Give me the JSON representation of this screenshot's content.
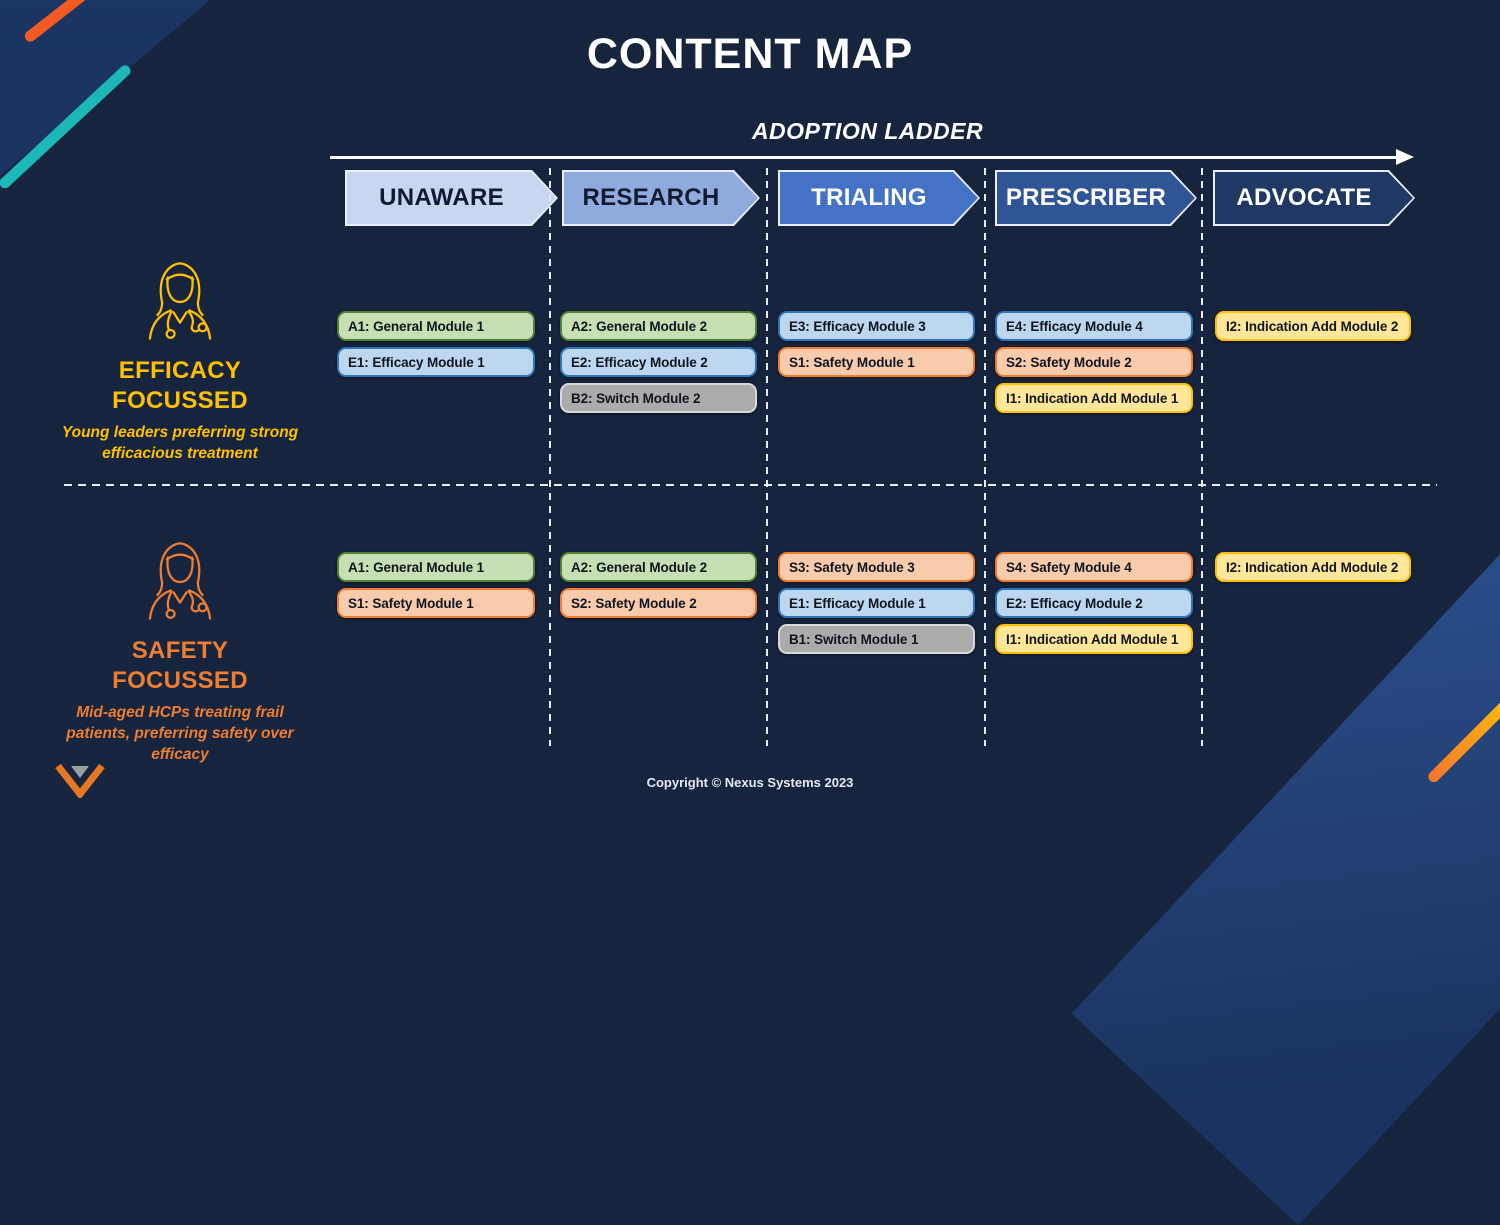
{
  "slide": {
    "title": "CONTENT MAP",
    "ladder_label": "ADOPTION LADDER",
    "footer": "Copyright © Nexus Systems 2023"
  },
  "colors": {
    "background": "#16243E",
    "stripe_orange": "#F15A22",
    "stripe_teal": "#1CB8B8",
    "divider": "#E8EDF5",
    "arrow": "#FFFFFF"
  },
  "stages": [
    {
      "label": "UNAWARE",
      "fill": "#C9D6F0",
      "text_color": "#111A2E"
    },
    {
      "label": "RESEARCH",
      "fill": "#8FAADC",
      "text_color": "#111A2E"
    },
    {
      "label": "TRIALING",
      "fill": "#4472C4",
      "text_color": "#FFFFFF"
    },
    {
      "label": "PRESCRIBER",
      "fill": "#2F5597",
      "text_color": "#FFFFFF"
    },
    {
      "label": "ADVOCATE",
      "fill": "#1F3864",
      "text_color": "#FFFFFF"
    }
  ],
  "module_colors": {
    "general": {
      "fill": "#C6E0B4",
      "border": "#538135"
    },
    "efficacy": {
      "fill": "#BDD7EE",
      "border": "#2E75B6"
    },
    "safety": {
      "fill": "#F8CBAD",
      "border": "#ED7D31"
    },
    "indication": {
      "fill": "#FFE699",
      "border": "#FFC000"
    },
    "switch": {
      "fill": "#ABABAB",
      "border": "#D9D9D9"
    }
  },
  "personas": [
    {
      "id": "efficacy",
      "title": "EFFICACY FOCUSSED",
      "subtitle": "Young leaders preferring strong efficacious treatment",
      "color": "#FFC000"
    },
    {
      "id": "safety",
      "title": "SAFETY FOCUSSED",
      "subtitle": "Mid-aged HCPs treating frail patients, preferring safety over efficacy",
      "color": "#ED7D31"
    }
  ],
  "matrix": {
    "efficacy": [
      {
        "stage": "UNAWARE",
        "modules": [
          {
            "label": "A1: General Module 1",
            "type": "general"
          },
          {
            "label": "E1: Efficacy Module 1",
            "type": "efficacy"
          }
        ]
      },
      {
        "stage": "RESEARCH",
        "modules": [
          {
            "label": "A2: General Module 2",
            "type": "general"
          },
          {
            "label": "E2: Efficacy Module 2",
            "type": "efficacy"
          },
          {
            "label": "B2: Switch Module 2",
            "type": "switch"
          }
        ]
      },
      {
        "stage": "TRIALING",
        "modules": [
          {
            "label": "E3: Efficacy Module 3",
            "type": "efficacy"
          },
          {
            "label": "S1: Safety Module 1",
            "type": "safety"
          }
        ]
      },
      {
        "stage": "PRESCRIBER",
        "modules": [
          {
            "label": "E4: Efficacy Module 4",
            "type": "efficacy"
          },
          {
            "label": "S2: Safety Module 2",
            "type": "safety"
          },
          {
            "label": "I1: Indication Add Module 1",
            "type": "indication"
          }
        ]
      },
      {
        "stage": "ADVOCATE",
        "modules": [
          {
            "label": "I2: Indication Add Module 2",
            "type": "indication"
          }
        ]
      }
    ],
    "safety": [
      {
        "stage": "UNAWARE",
        "modules": [
          {
            "label": "A1: General Module 1",
            "type": "general"
          },
          {
            "label": "S1: Safety Module 1",
            "type": "safety"
          }
        ]
      },
      {
        "stage": "RESEARCH",
        "modules": [
          {
            "label": "A2: General Module 2",
            "type": "general"
          },
          {
            "label": "S2: Safety Module 2",
            "type": "safety"
          }
        ]
      },
      {
        "stage": "TRIALING",
        "modules": [
          {
            "label": "S3: Safety Module 3",
            "type": "safety"
          },
          {
            "label": "E1: Efficacy Module 1",
            "type": "efficacy"
          },
          {
            "label": "B1: Switch Module 1",
            "type": "switch"
          }
        ]
      },
      {
        "stage": "PRESCRIBER",
        "modules": [
          {
            "label": "S4: Safety Module 4",
            "type": "safety"
          },
          {
            "label": "E2: Efficacy Module 2",
            "type": "efficacy"
          },
          {
            "label": "I1: Indication Add Module 1",
            "type": "indication"
          }
        ]
      },
      {
        "stage": "ADVOCATE",
        "modules": [
          {
            "label": "I2: Indication Add Module 2",
            "type": "indication"
          }
        ]
      }
    ]
  }
}
